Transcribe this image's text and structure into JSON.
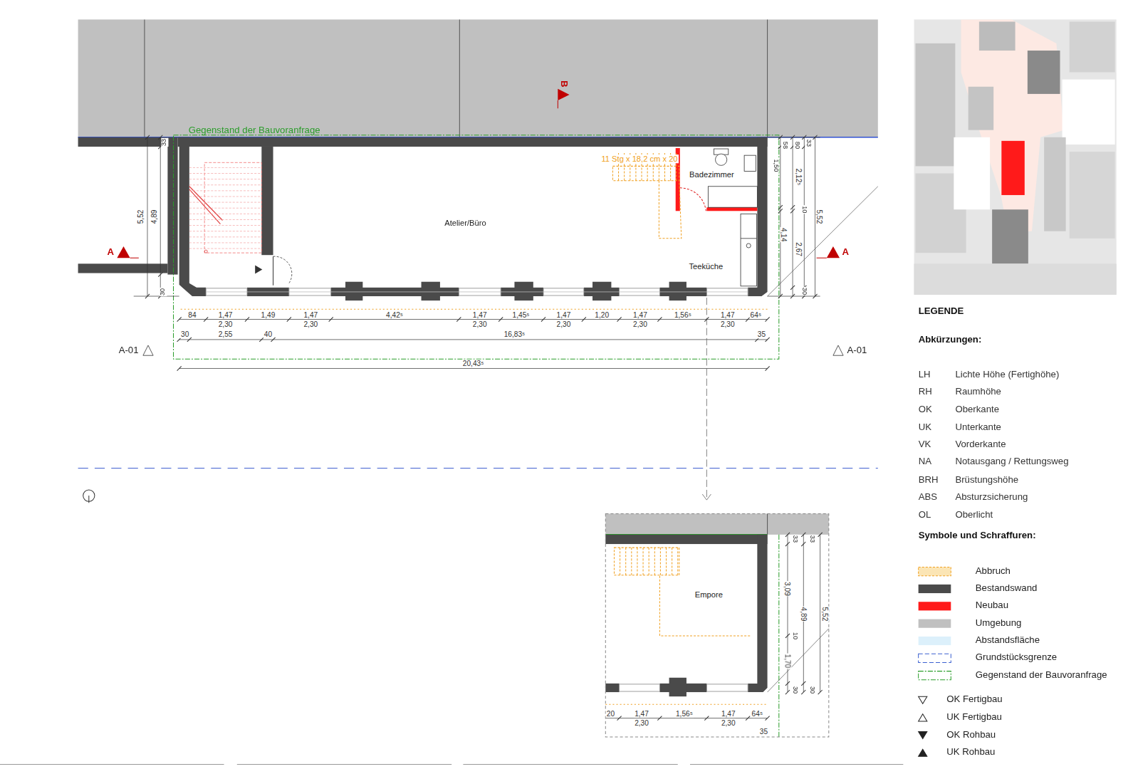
{
  "diagram": {
    "labels": [
      "Gegenstand der Bauvoranfrage",
      "B",
      "A",
      "A",
      "33",
      "5,52",
      "4,89",
      "30",
      "11 Stg x 18,2 cm x 20",
      "Badezimmer",
      "Atelier/Büro",
      "Teeküche",
      "58",
      "80",
      "1,50",
      "2,12⁵",
      "10",
      "4,14",
      "2,67",
      "30",
      "33",
      "5,52",
      "84",
      "1,47",
      "1,49",
      "1,47",
      "4,42⁵",
      "1,47",
      "1,45⁵",
      "1,47",
      "1,20",
      "1,47",
      "1,56⁵",
      "1,47",
      "64⁵",
      "2,30",
      "2,30",
      "2,30",
      "2,30",
      "2,30",
      "2,30",
      "30",
      "2,55",
      "40",
      "16,83⁵",
      "35",
      "20,43⁵",
      "A-01",
      "A-01",
      "Empore",
      "33",
      "33",
      "3,09",
      "4,89",
      "5,52",
      "10",
      "1,70",
      "30",
      "30",
      "20",
      "1,47",
      "1,56⁵",
      "1,47",
      "64⁵",
      "2,30",
      "2,30",
      "35",
      "LEGENDE",
      "Abkürzungen:",
      "LH",
      "Lichte Höhe (Fertighöhe)",
      "RH",
      "Raumhöhe",
      "OK",
      "Oberkante",
      "UK",
      "Unterkante",
      "VK",
      "Vorderkante",
      "NA",
      "Notausgang / Rettungsweg",
      "BRH",
      "Brüstungshöhe",
      "ABS",
      "Absturzsicherung",
      "OL",
      "Oberlicht",
      "Symbole und Schraffuren:"
    ],
    "legend": [
      {
        "text": "Abbruch",
        "color": "#fbe5b5"
      },
      {
        "text": "Bestandswand",
        "color": "#4a4a4a"
      },
      {
        "text": "Neubau",
        "color": "#ff1a1a"
      },
      {
        "text": "Umgebung",
        "color": "#c0c0c0"
      },
      {
        "text": "Abstandsfläche",
        "color": "#dcf0fb"
      },
      {
        "text": "Grundstücksgrenze"
      },
      {
        "text": "Gegenstand der Bauvoranfrage"
      },
      {
        "text": "OK Fertigbau"
      },
      {
        "text": "UK Fertigbau"
      },
      {
        "text": "OK Rohbau"
      },
      {
        "text": "UK Rohbau"
      }
    ]
  }
}
